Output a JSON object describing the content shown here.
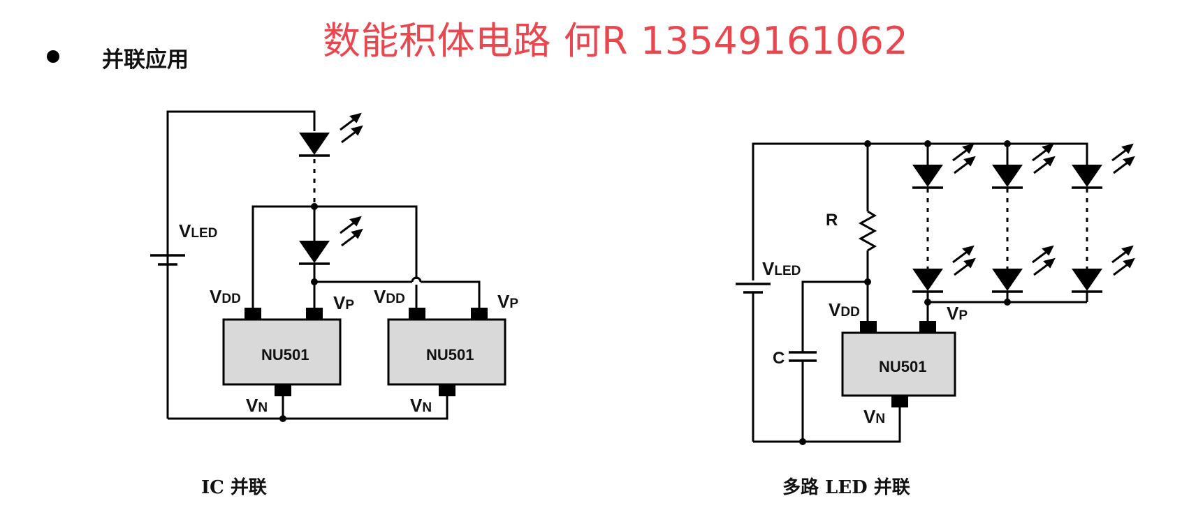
{
  "watermark": "数能积体电路  何R 13549161062",
  "heading": "并联应用",
  "captions": {
    "left": "IC 并联",
    "right": "多路 LED 并联"
  },
  "left_circuit": {
    "vled": "V",
    "vled_sub": "LED",
    "ic1": {
      "name": "NU501",
      "vdd": "V",
      "vdd_sub": "DD",
      "vp": "V",
      "vp_sub": "P",
      "vn": "V",
      "vn_sub": "N"
    },
    "ic2": {
      "name": "NU501",
      "vdd": "V",
      "vdd_sub": "DD",
      "vp": "V",
      "vp_sub": "P",
      "vn": "V",
      "vn_sub": "N"
    }
  },
  "right_circuit": {
    "vled": "V",
    "vled_sub": "LED",
    "r": "R",
    "c": "C",
    "ic": {
      "name": "NU501",
      "vdd": "V",
      "vdd_sub": "DD",
      "vp": "V",
      "vp_sub": "P",
      "vn": "V",
      "vn_sub": "N"
    }
  }
}
